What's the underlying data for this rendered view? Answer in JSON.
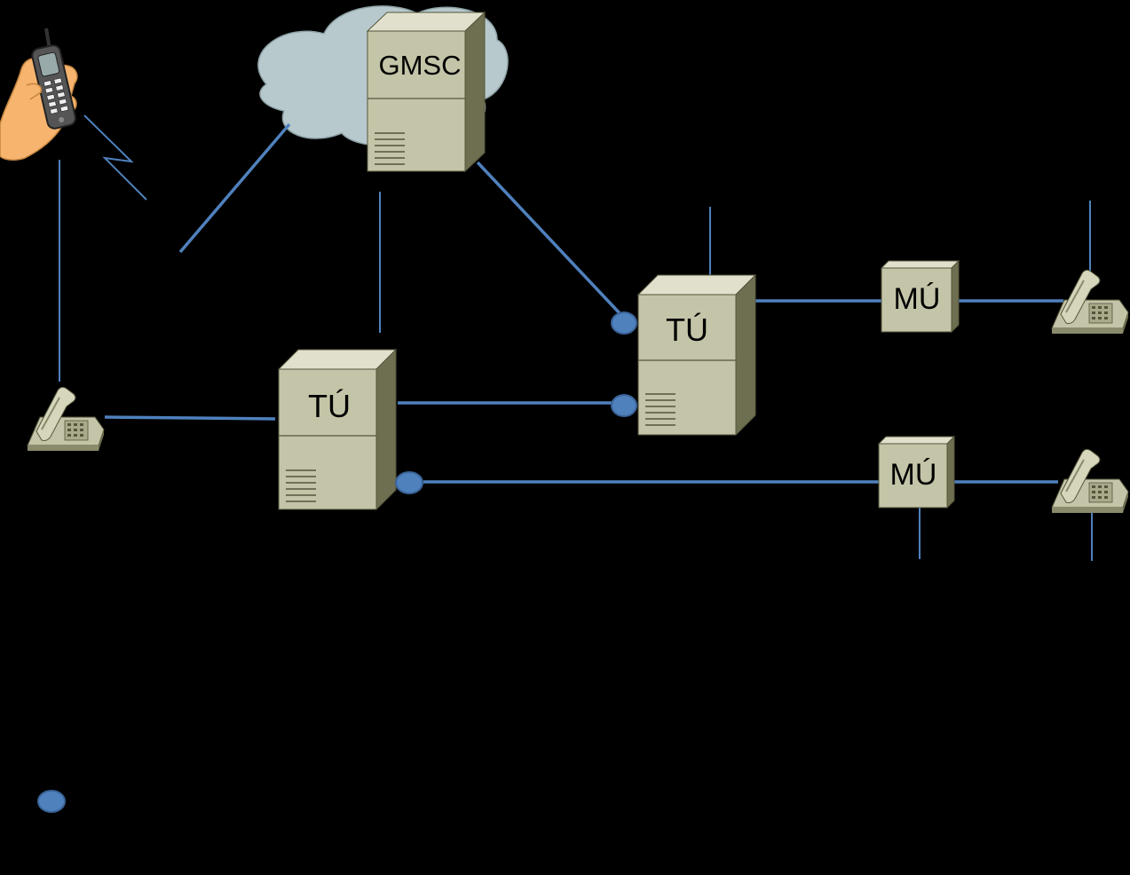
{
  "diagram": {
    "nodes": {
      "gmsc": {
        "label": "GMSC"
      },
      "tu_center": {
        "label": "TÚ"
      },
      "tu_right": {
        "label": "TÚ"
      },
      "mu_top": {
        "label": "MÚ"
      },
      "mu_bottom": {
        "label": "MÚ"
      }
    },
    "icons": {
      "mobile_phone": "mobile-phone-in-hand",
      "antenna": "radio-tower",
      "cloud": "network-cloud",
      "desk_phone": "landline-telephone"
    },
    "colors": {
      "background": "#000000",
      "link": "#4f81bd",
      "port": "#4f81bd",
      "server": "#c4c4a8",
      "server_dark": "#6e6e50",
      "cloud": "#b7c9cc",
      "hand": "#f7b46f"
    }
  }
}
